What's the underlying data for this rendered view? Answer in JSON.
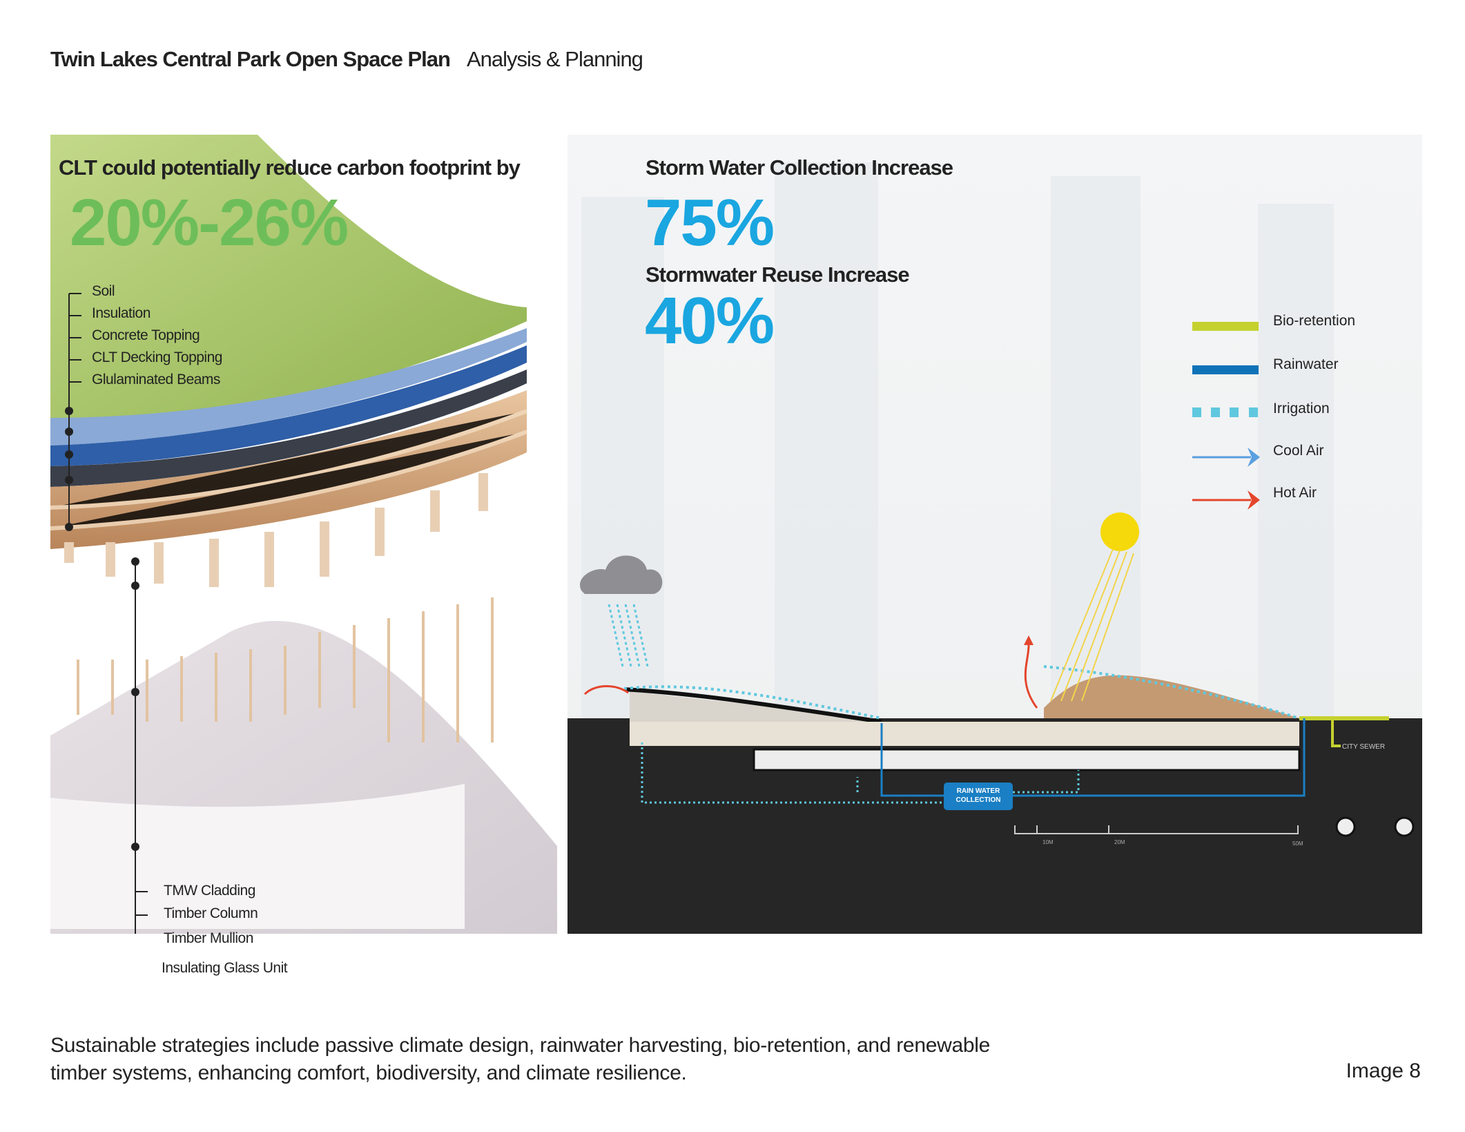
{
  "header": {
    "title": "Twin Lakes Central Park Open Space Plan",
    "subtitle": "Analysis & Planning"
  },
  "left": {
    "headline": "CLT could potentially reduce carbon footprint by",
    "stat": "20%-26%",
    "upper_layers": [
      "Soil",
      "Insulation",
      "Concrete Topping",
      "CLT Decking Topping",
      "Glulaminated Beams"
    ],
    "lower_layers": [
      "TMW Cladding",
      "Timber Column",
      "Timber Mullion",
      "Insulating Glass Unit"
    ]
  },
  "right": {
    "headline1": "Storm Water Collection Increase",
    "stat1": "75%",
    "headline2": "Stormwater Reuse Increase",
    "stat2": "40%",
    "legend": [
      {
        "label": "Bio-retention",
        "color": "#c5d12f"
      },
      {
        "label": "Rainwater",
        "color": "#0f73b8"
      },
      {
        "label": "Irrigation",
        "color": "#5fc8df"
      },
      {
        "label": "Cool Air",
        "color": "#5a9fe0"
      },
      {
        "label": "Hot Air",
        "color": "#e4452d"
      }
    ],
    "section": {
      "city_sewer": "CITY SEWER",
      "rain_water_collection": [
        "RAIN WATER",
        "COLLECTION"
      ],
      "scale": [
        "10M",
        "20M",
        "50M"
      ]
    }
  },
  "footer": {
    "caption_line1": "Sustainable strategies include passive climate design, rainwater harvesting, bio-retention, and renewable",
    "caption_line2": "timber systems, enhancing comfort, biodiversity, and climate resilience.",
    "image_label": "Image 8"
  },
  "colors": {
    "green": "#6dbe5a",
    "blue": "#1aa6e0"
  }
}
